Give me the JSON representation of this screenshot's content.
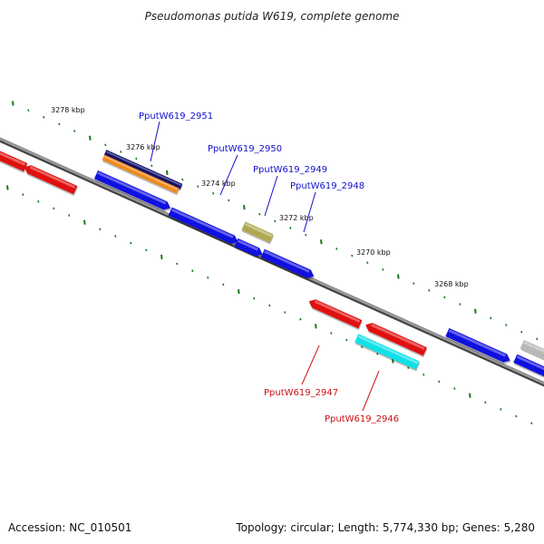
{
  "title": "Pseudomonas putida W619, complete genome",
  "accession_text": "Accession: NC_010501",
  "summary_text": "Topology: circular; Length: 5,774,330 bp; Genes: 5,280",
  "scale_labels": [
    "3278 kbp",
    "3276 kbp",
    "3274 kbp",
    "3272 kbp",
    "3270 kbp",
    "3268 kbp"
  ],
  "gene_labels": [
    {
      "name": "PputW619_2951",
      "strand": "forward"
    },
    {
      "name": "PputW619_2950",
      "strand": "forward"
    },
    {
      "name": "PputW619_2949",
      "strand": "forward"
    },
    {
      "name": "PputW619_2948",
      "strand": "forward"
    },
    {
      "name": "PputW619_2947",
      "strand": "reverse"
    },
    {
      "name": "PputW619_2946",
      "strand": "reverse"
    }
  ],
  "colors": {
    "forward_cds": "#1010e0",
    "reverse_cds": "#e01010",
    "orange_feature": "#f08a1a",
    "navy_feature": "#10106a",
    "olive_feature": "#b0a850",
    "cyan_feature": "#10e0e8",
    "gray_feature": "#b8b8b8",
    "backbone": "#7a7a7a",
    "tick": "#1a7a1a",
    "forward_label": "#1010cc",
    "reverse_label": "#cc1010"
  }
}
